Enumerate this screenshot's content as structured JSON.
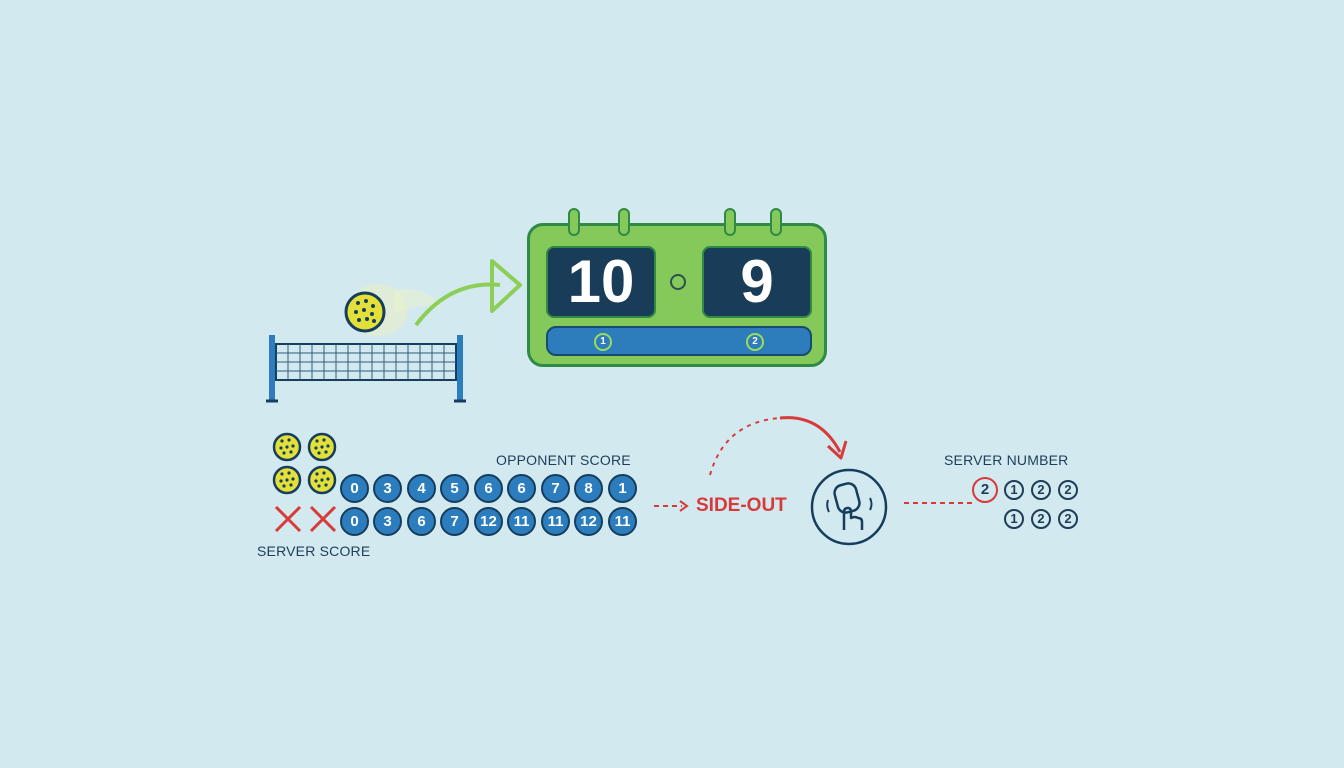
{
  "scoreboard": {
    "left_score": "10",
    "right_score": "9",
    "server_indicators": [
      "1",
      "2"
    ]
  },
  "labels": {
    "opponent_score": "OPPONENT SCORE",
    "server_score": "SERVER SCORE",
    "side_out": "SIDE-OUT",
    "server_number": "SERVER NUMBER"
  },
  "opponent_score_row": [
    "0",
    "3",
    "4",
    "5",
    "6",
    "6",
    "7",
    "8",
    "1"
  ],
  "server_score_row": [
    "0",
    "3",
    "6",
    "7",
    "12",
    "11",
    "11",
    "12",
    "11"
  ],
  "server_number": {
    "row1": [
      "2",
      "1",
      "2",
      "2"
    ],
    "row2": [
      "1",
      "2",
      "2"
    ]
  },
  "colors": {
    "background": "#d2e9f0",
    "scoreboard_green": "#84c95a",
    "panel_navy": "#193c59",
    "chip_blue": "#2c7dbd",
    "accent_red": "#d83a3a",
    "ball_yellow": "#e3e03a",
    "arrow_green": "#8ccf56"
  },
  "icons": [
    "pickleball-icon",
    "net-icon",
    "arrow-icon",
    "x-mark-icon",
    "hand-paddle-icon"
  ]
}
